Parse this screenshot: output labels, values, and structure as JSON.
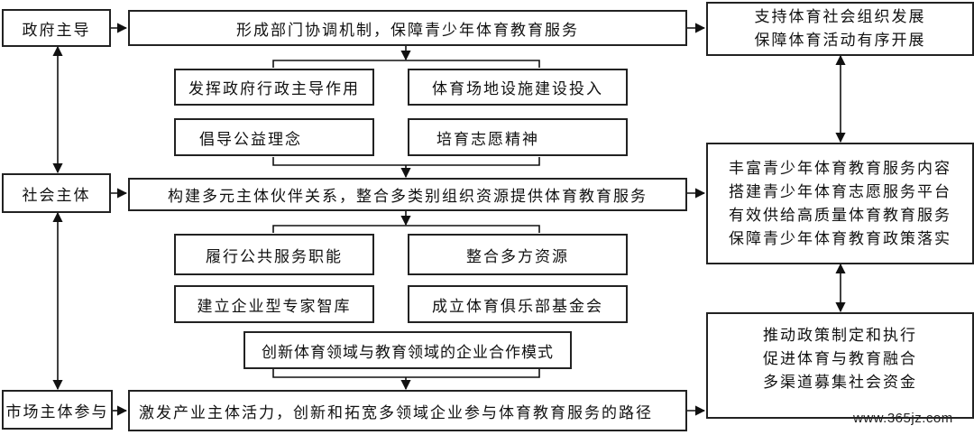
{
  "actors": {
    "government": "政府主导",
    "society": "社会主体",
    "market": "市场主体参与"
  },
  "rows": {
    "government": "形成部门协调机制，保障青少年体育教育服务",
    "society": "构建多元主体伙伴关系，整合多类别组织资源提供体育教育服务",
    "market": "激发产业主体活力，创新和拓宽多领域企业参与体育教育服务的路径"
  },
  "group1": {
    "items": [
      "发挥政府行政主导作用",
      "体育场地设施建设投入",
      "倡导公益理念",
      "培育志愿精神"
    ]
  },
  "group2": {
    "items": [
      "履行公共服务职能",
      "整合多方资源",
      "建立企业型专家智库",
      "成立体育俱乐部基金会",
      "创新体育领域与教育领域的企业合作模式"
    ]
  },
  "outcomes": {
    "top": [
      "支持体育社会组织发展",
      "保障体育活动有序开展"
    ],
    "middle": [
      "丰富青少年体育教育服务内容",
      "搭建青少年体育志愿服务平台",
      "有效供给高质量体育教育服务",
      "保障青少年体育教育政策落实"
    ],
    "bottom": [
      "推动政策制定和执行",
      "促进体育与教育融合",
      "多渠道募集社会资金"
    ]
  },
  "watermark": "www.365jz.com"
}
